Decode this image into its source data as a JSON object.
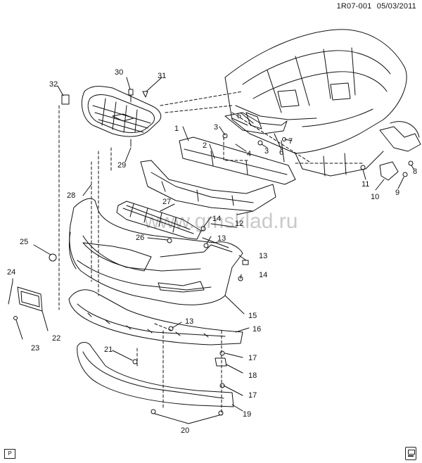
{
  "header": {
    "code": "1R07-001",
    "date": "05/03/2011"
  },
  "watermark": "www.gmsklad.ru",
  "corner_mark": "P",
  "callouts": [
    "1",
    "2",
    "3",
    "3",
    "4",
    "5",
    "6",
    "7",
    "8",
    "9",
    "10",
    "11",
    "12",
    "13",
    "13",
    "13",
    "14",
    "14",
    "15",
    "16",
    "17",
    "17",
    "18",
    "19",
    "20",
    "21",
    "22",
    "23",
    "24",
    "25",
    "26",
    "27",
    "28",
    "29",
    "30",
    "31",
    "32"
  ],
  "colors": {
    "line": "#111111",
    "watermark": "#c9c9c9"
  }
}
